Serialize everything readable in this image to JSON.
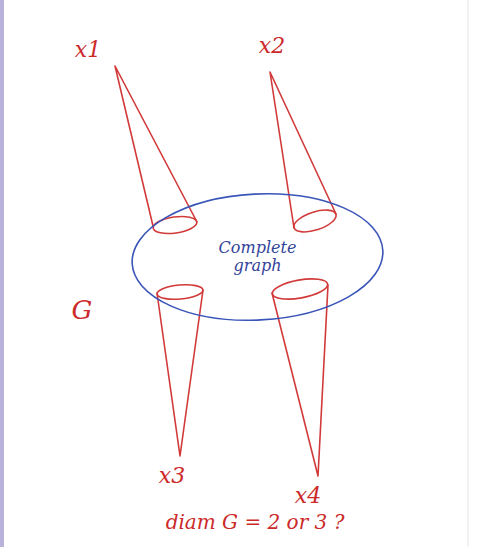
{
  "diagram": {
    "nodes": [
      {
        "text": [
          "Complete graph"
        ]
      }
    ],
    "labels": [
      "x1",
      "x2",
      "G",
      "x3",
      "x4",
      "diam G = 2 or 3 ?"
    ]
  }
}
